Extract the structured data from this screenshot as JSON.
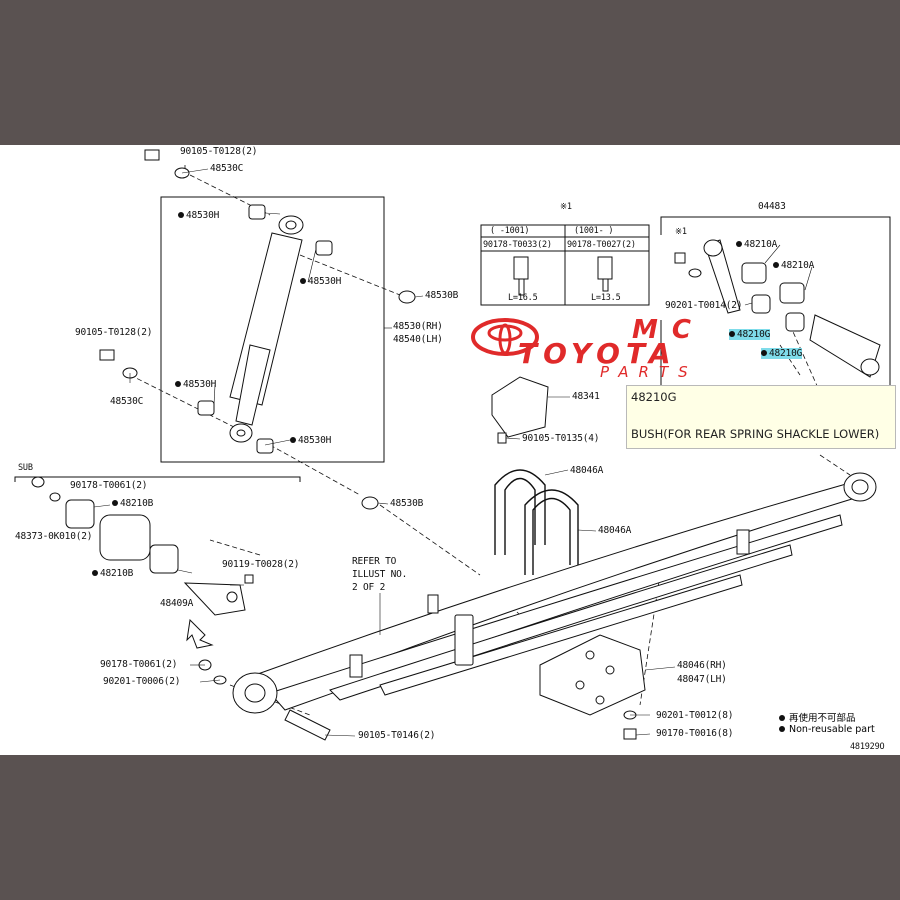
{
  "labels": {
    "top_bolt": "90105-T0128(2)",
    "washer_c_top": "48530C",
    "bush_h_1": "48530H",
    "bush_h_2": "48530H",
    "bush_h_3": "48530H",
    "bush_h_4": "48530H",
    "bush_b_1": "48530B",
    "bush_b_2": "48530B",
    "left_bolt": "90105-T0128(2)",
    "washer_c_left": "48530C",
    "absorber_rh": "48530(RH)",
    "absorber_lh": "48540(LH)",
    "sub_note_mark": "※1",
    "kit_code": "04483",
    "shackle_mark": "※1",
    "bush_a_1": "48210A",
    "bush_a_2": "48210A",
    "shackle_bolt": "90201-T0014(2)",
    "bush_g_1": "48210G",
    "bush_g_2": "48210G",
    "bracket_code": "48341",
    "bracket_bolt": "90105-T0135(4)",
    "ubolt_1": "48046A",
    "ubolt_2": "48046A",
    "sub_label": "SUB",
    "nut_top": "90178-T0061(2)",
    "bush_b_l1": "48210B",
    "bush_b_l2": "48210B",
    "pin": "48373-0K010(2)",
    "grease": "90119-T0028(2)",
    "hanger": "48409A",
    "nut_bottom": "90178-T0061(2)",
    "washer_bottom": "90201-T0006(2)",
    "spring_bolt": "90105-T0146(2)",
    "refer_1": "REFER TO",
    "refer_2": "ILLUST NO.",
    "refer_3": "2 OF 2",
    "seat_rh": "48046(RH)",
    "seat_lh": "48047(LH)",
    "seat_washer": "90201-T0012(8)",
    "seat_nut": "90170-T0016(8)",
    "illustration_id": "481929O"
  },
  "table": {
    "col1_head": "(   -1001)",
    "col2_head": "(1001-   )",
    "col1_part": "90178-T0033(2)",
    "col2_part": "90178-T0027(2)",
    "col1_len": "L=16.5",
    "col2_len": "L=13.5"
  },
  "watermark": {
    "line1": "MC",
    "line2": "TOYOTA",
    "line3": "PARTS",
    "color": "#e02a2a"
  },
  "popup": {
    "code": "48210G",
    "description": "BUSH(FOR REAR SPRING SHACKLE LOWER)"
  },
  "legend": {
    "line_cn": "再使用不可部品",
    "line_en": "Non-reusable part"
  },
  "colors": {
    "highlight": "#7fdcea",
    "page_frame": "#5a5251"
  }
}
